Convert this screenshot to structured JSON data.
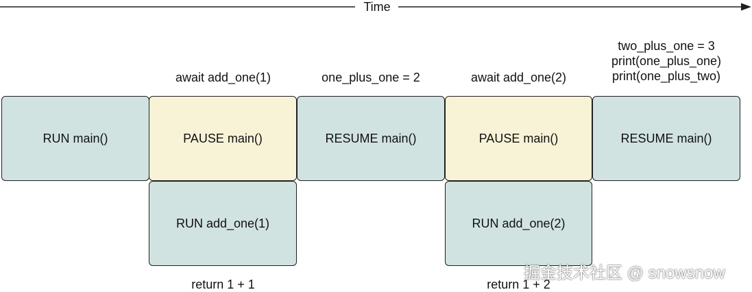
{
  "timeline": {
    "label": "Time"
  },
  "boxes": {
    "run_main": "RUN main()",
    "pause_main_1": "PAUSE main()",
    "resume_main_1": "RESUME main()",
    "pause_main_2": "PAUSE main()",
    "resume_main_2": "RESUME main()",
    "run_add_one_1": "RUN add_one(1)",
    "run_add_one_2": "RUN add_one(2)"
  },
  "annotations": {
    "await_1": "await add_one(1)",
    "assign_1": "one_plus_one = 2",
    "await_2": "await add_one(2)",
    "final_lines": [
      "two_plus_one = 3",
      "print(one_plus_one)",
      "print(one_plus_two)"
    ],
    "return_1": "return 1 + 1",
    "return_2": "return 1 + 2"
  },
  "watermark": "掘金技术社区 @ snowsnow",
  "colors": {
    "run_box": "#d1e3e1",
    "pause_box": "#f8f3d6",
    "stroke": "#1f1f1f"
  }
}
